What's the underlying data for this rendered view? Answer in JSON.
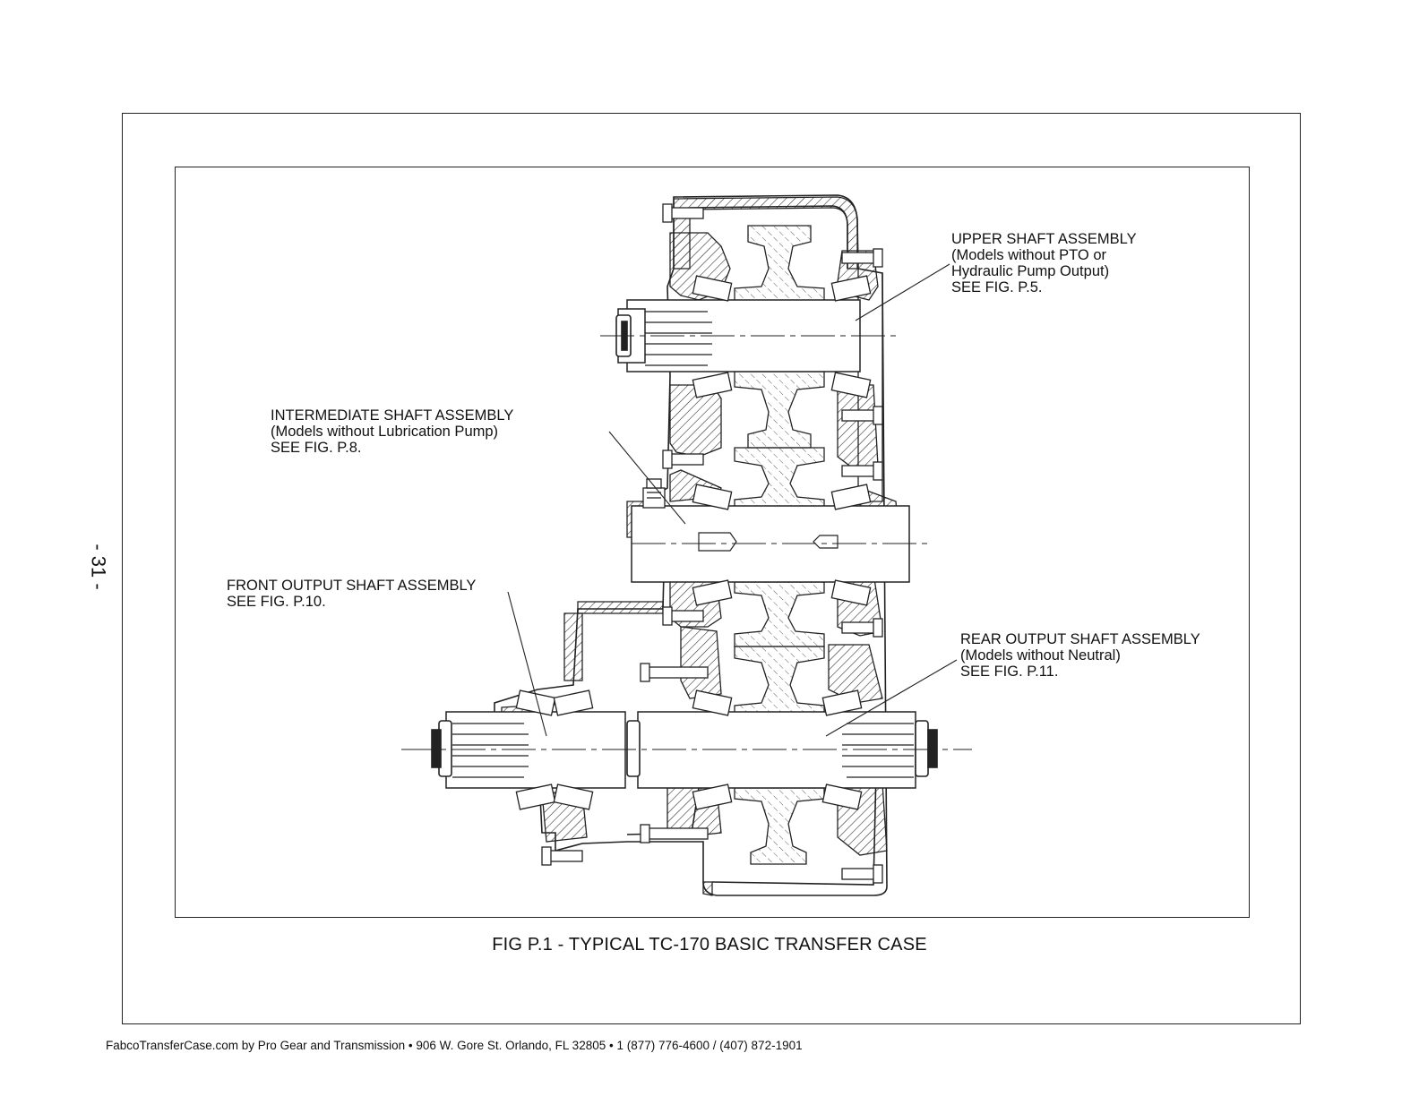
{
  "callouts": {
    "upper": {
      "title": "UPPER SHAFT ASSEMBLY",
      "line1": "(Models without PTO or",
      "line2": "Hydraulic Pump Output)",
      "ref": "SEE FIG. P.5."
    },
    "intermediate": {
      "title": "INTERMEDIATE SHAFT ASSEMBLY",
      "line1": "(Models without Lubrication Pump)",
      "ref": "SEE FIG. P.8."
    },
    "front_output": {
      "title": "FRONT OUTPUT SHAFT ASSEMBLY",
      "ref": "SEE FIG. P.10."
    },
    "rear_output": {
      "title": "REAR OUTPUT SHAFT ASSEMBLY",
      "line1": "(Models without Neutral)",
      "ref": "SEE FIG. P.11."
    }
  },
  "caption": "FIG P.1 - TYPICAL TC-170 BASIC TRANSFER CASE",
  "page_number": "- 31 -",
  "footer": "FabcoTransferCase.com by Pro Gear and Transmission  • 906 W. Gore St. Orlando, FL 32805 • 1 (877) 776-4600 / (407) 872-1901"
}
